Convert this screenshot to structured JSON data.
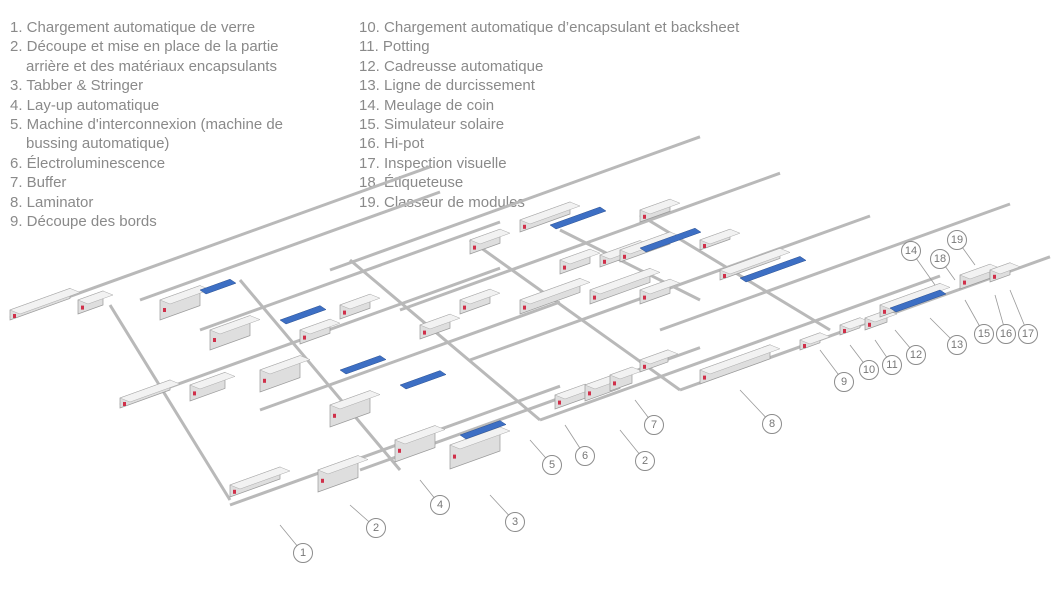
{
  "legend_left": [
    {
      "text": "1. Chargement automatique de verre"
    },
    {
      "text": "2. Découpe et mise en place de la partie",
      "cont": "arrière et des matériaux encapsulants"
    },
    {
      "text": "3. Tabber & Stringer"
    },
    {
      "text": "4. Lay-up automatique"
    },
    {
      "text": "5. Machine d'interconnexion (machine de",
      "cont": "bussing automatique)"
    },
    {
      "text": "6. Électroluminescence"
    },
    {
      "text": "7. Buffer"
    },
    {
      "text": "8. Laminator"
    },
    {
      "text": "9. Découpe des bords"
    }
  ],
  "legend_right": [
    {
      "text": "10. Chargement automatique d’encapsulant et backsheet"
    },
    {
      "text": "11. Potting"
    },
    {
      "text": "12. Cadreusse automatique"
    },
    {
      "text": "13. Ligne de durcissement"
    },
    {
      "text": "14. Meulage de coin"
    },
    {
      "text": "15. Simulateur solaire"
    },
    {
      "text": "16. Hi-pot"
    },
    {
      "text": "17. Inspection visuelle"
    },
    {
      "text": "18. Étiqueteuse"
    },
    {
      "text": "19. Classeur de modules"
    }
  ],
  "callouts": [
    "1",
    "2",
    "3",
    "4",
    "5",
    "6",
    "7",
    "2",
    "8",
    "9",
    "10",
    "11",
    "12",
    "13",
    "14",
    "18",
    "19",
    "15",
    "16",
    "17"
  ],
  "colors": {
    "text": "#8a8a8a",
    "machine": "#d9d9d9",
    "panel": "#3d6fc4",
    "accent": "#d0304a"
  }
}
